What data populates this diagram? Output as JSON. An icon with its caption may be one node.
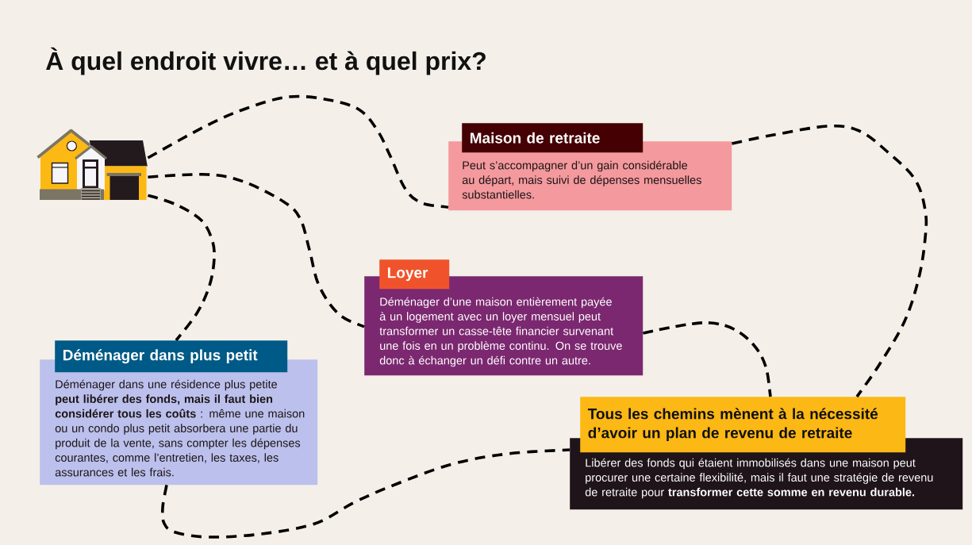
{
  "diagram": {
    "title": "À quel endroit vivre… et à quel prix?",
    "nodes": [
      {
        "text": [],
        "shape": "picture"
      },
      {
        "text": [
          "Maison de retraite",
          "Peut s’accompagner d’un gain considérable au départ, mais suivi de dépenses mensuelles substantielles."
        ]
      },
      {
        "text": [
          "Loyer",
          "Déménager d’une maison entièrement payée à un logement avec un loyer mensuel peut transformer un casse-tête financier survenant une fois en un problème continu. On se trouve donc à échanger un défi contre un autre."
        ]
      },
      {
        "text": [
          "Déménager dans plus petit",
          "Déménager dans une résidence plus petite **peut libérer des fonds, mais il faut bien considérer tous les coûts** : même une maison ou un condo plus petit absorbera une partie du produit de la vente, sans compter les dépenses courantes, comme l’entretien, les taxes, les assurances et les frais."
        ]
      },
      {
        "text": [
          "Tous les chemins mènent à la nécessité d’avoir un plan de revenu de retraite",
          "Libérer des fonds qui étaient immobilisés dans une maison peut procurer une certaine flexibilité, mais il faut une stratégie de revenu de retraite pour **transformer cette somme en revenu durable.**"
        ]
      }
    ],
    "edges": [
      {
        "from": 0,
        "to": 1,
        "arrow": "none",
        "style": "dashed"
      },
      {
        "from": 1,
        "to": 4,
        "arrow": "none",
        "style": "dashed"
      },
      {
        "from": 0,
        "to": 2,
        "arrow": "none",
        "style": "dashed"
      },
      {
        "from": 2,
        "to": 4,
        "arrow": "none",
        "style": "dashed"
      },
      {
        "from": 0,
        "to": 3,
        "arrow": "none",
        "style": "dashed"
      },
      {
        "from": 3,
        "to": 4,
        "arrow": "none",
        "style": "dashed"
      }
    ]
  }
}
